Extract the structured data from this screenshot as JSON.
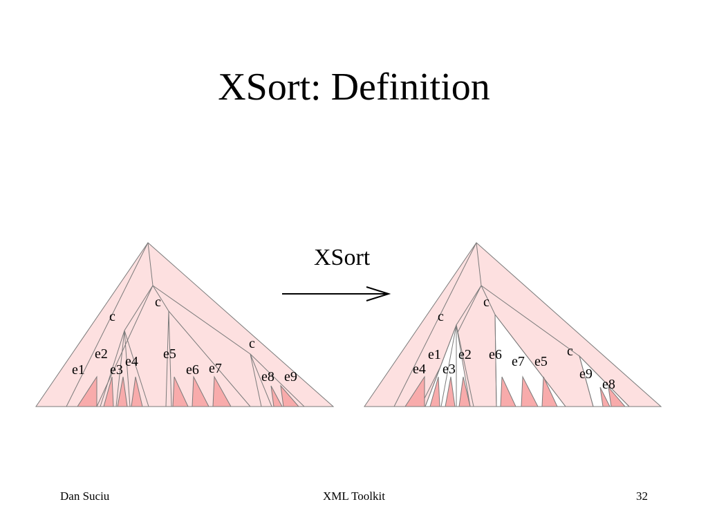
{
  "slide": {
    "title": "XSort: Definition",
    "footer_author": "Dan Suciu",
    "footer_course": "XML Toolkit",
    "footer_page": "32"
  },
  "diagram": {
    "colors": {
      "tree_fill": "#fde0e0",
      "leaf_fill": "#f8abab",
      "outline": "#7a7a7a",
      "arrow": "#000000"
    },
    "arrow_label": "XSort",
    "left_tree": {
      "root_children_label": "c",
      "inner_label": "c",
      "deep_label": "c",
      "elements": [
        "e1",
        "e2",
        "e3",
        "e4",
        "e5",
        "e6",
        "e7",
        "e8",
        "e9"
      ]
    },
    "right_tree": {
      "root_children_label": "c",
      "inner_label": "c",
      "deep_label": "c",
      "elements": [
        "e1",
        "e4",
        "e2",
        "e3",
        "e6",
        "e7",
        "e5",
        "e9",
        "e8"
      ]
    }
  }
}
